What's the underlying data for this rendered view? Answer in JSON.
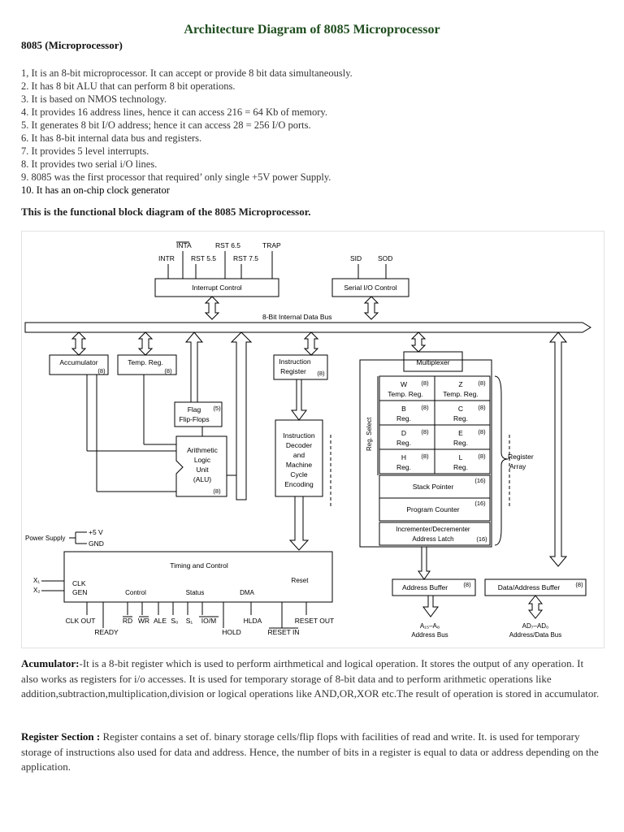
{
  "title": "Architecture Diagram of 8085 Microprocessor",
  "subtitle": "8085 (Microprocessor)",
  "features": [
    "1, It is an 8-bit microprocessor. It can accept or provide 8 bit data simultaneously.",
    "2. It has 8 bit ALU that can perform 8 bit operations.",
    "3. It is based on NMOS technology.",
    "4. It provides 16 address lines, hence it can access 216 = 64 Kb of memory.",
    "5. It generates 8 bit I/O address; hence it can access 28 = 256 I/O ports.",
    "6. It has 8-bit internal data bus and registers.",
    "7. It provides 5 level interrupts.",
    "8. It provides two serial i/O lines.",
    "9. 8085 was the first processor that required’ only single +5V power Supply.",
    "10. It has an on-chip clock generator"
  ],
  "intro": "This is the functional block diagram of the 8085 Microprocessor.",
  "diagram": {
    "interrupt_inputs": {
      "intr": "INTR",
      "inta": "INTA",
      "rst55": "RST 5.5",
      "rst65": "RST 6.5",
      "rst75": "RST 7.5",
      "trap": "TRAP"
    },
    "serial_inputs": {
      "sid": "SID",
      "sod": "SOD"
    },
    "interrupt_control": "Interrupt Control",
    "serial_io_control": "Serial I/O Control",
    "internal_bus": "8-Bit Internal Data Bus",
    "accumulator": {
      "label": "Accumulator",
      "bits": "(8)"
    },
    "temp_reg": {
      "label": "Temp. Reg.",
      "bits": "(8)"
    },
    "flags": {
      "line1": "Flag",
      "line2": "Flip-Flops",
      "bits": "(5)"
    },
    "alu": {
      "line1": "Arithmetic",
      "line2": "Logic",
      "line3": "Unit",
      "line4": "(ALU)",
      "bits": "(8)"
    },
    "instruction_register": {
      "line1": "Instruction",
      "line2": "Register",
      "bits": "(8)"
    },
    "decoder": {
      "line1": "Instruction",
      "line2": "Decoder",
      "line3": "and",
      "line4": "Machine",
      "line5": "Cycle",
      "line6": "Encoding"
    },
    "multiplexer": "Multiplexer",
    "reg_select": "Reg. Select",
    "registers": [
      {
        "name": "W",
        "sub": "Temp. Reg.",
        "bits": "(8)"
      },
      {
        "name": "Z",
        "sub": "Temp. Reg.",
        "bits": "(8)"
      },
      {
        "name": "B",
        "sub": "Reg.",
        "bits": "(8)"
      },
      {
        "name": "C",
        "sub": "Reg.",
        "bits": "(8)"
      },
      {
        "name": "D",
        "sub": "Reg.",
        "bits": "(8)"
      },
      {
        "name": "E",
        "sub": "Reg.",
        "bits": "(8)"
      },
      {
        "name": "H",
        "sub": "Reg.",
        "bits": "(8)"
      },
      {
        "name": "L",
        "sub": "Reg.",
        "bits": "(8)"
      }
    ],
    "stack_pointer": {
      "label": "Stack Pointer",
      "bits": "(16)"
    },
    "program_counter": {
      "label": "Program Counter",
      "bits": "(16)"
    },
    "inc_dec": {
      "line1": "Incrementer/Decrementer",
      "line2": "Address Latch",
      "bits": "(16)"
    },
    "register_array": {
      "line1": "Register",
      "line2": "Array"
    },
    "power_supply": {
      "label": "Power Supply",
      "plus5v": "+5 V",
      "gnd": "GND"
    },
    "timing_control": "Timing and Control",
    "clk_gen": {
      "line1": "CLK",
      "line2": "GEN"
    },
    "x1": "X₁",
    "x2": "X₂",
    "groups": {
      "control": "Control",
      "status": "Status",
      "dma": "DMA",
      "reset": "Reset"
    },
    "address_buffer": {
      "label": "Address Buffer",
      "bits": "(8)"
    },
    "data_address_buffer": {
      "label": "Data/Address Buffer",
      "bits": "(8)"
    },
    "address_bus": {
      "line1": "A₁₅–A₈",
      "line2": "Address Bus"
    },
    "data_bus": {
      "line1": "AD₇–AD₀",
      "line2": "Address/Data Bus"
    },
    "pins_bottom": {
      "clk_out": "CLK OUT",
      "rd": "RD",
      "wr": "WR",
      "ale": "ALE",
      "s0": "S₀",
      "s1": "S₁",
      "io_m": "IO/M",
      "hlda": "HLDA",
      "reset_out": "RESET OUT"
    },
    "pins_lower": {
      "ready": "READY",
      "hold": "HOLD",
      "reset_in": "RESET IN"
    }
  },
  "accumulator_para": {
    "label": "Acumulator:",
    "text": "-It is a 8-bit register which is used to perform airthmetical and logical operation. It stores the output of any operation. It also works as registers for i/o accesses. It is used for temporary storage of 8-bit data and to perform arithmetic operations like addition,subtraction,multiplication,division or logical operations like AND,OR,XOR etc.The result of operation is stored in accumulator."
  },
  "register_para": {
    "label": "Register Section :",
    "text": " Register contains a set of. binary storage cells/flip flops with facilities of read and write. It. is used for temporary storage of instructions also used for data and address. Hence, the number of bits in a register is equal to data or address depending on the application."
  }
}
